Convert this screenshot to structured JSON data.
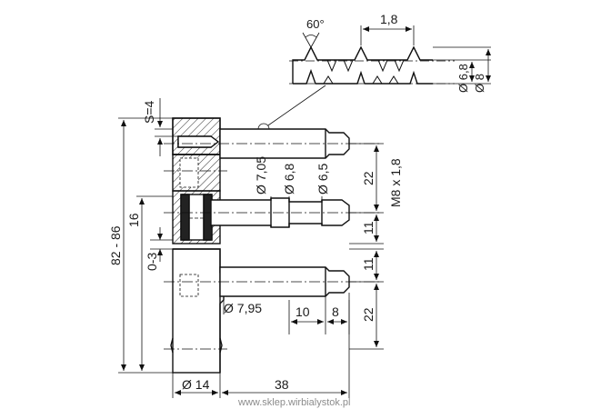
{
  "drawing": {
    "thread_detail": {
      "angle": "60°",
      "pitch": "1,8",
      "minor_diameter": "Ø 6,8",
      "major_diameter": "Ø 8"
    },
    "dimensions": {
      "wall_thickness": "S=4",
      "total_height": "82 - 86",
      "middle_height": "16",
      "gap": "0-3",
      "dia_1": "Ø 7,05",
      "dia_2": "Ø 6,8",
      "dia_3": "Ø 6,5",
      "pin_diameter": "Ø 7,95",
      "seg_10": "10",
      "seg_8": "8",
      "body_diameter": "Ø 14",
      "length": "38",
      "right_22_top": "22",
      "thread_spec": "M8 x 1,8",
      "right_11_top": "11",
      "right_11_bottom": "11",
      "right_22_bottom": "22"
    },
    "watermark": "www.sklep.wirbialystok.pl"
  }
}
